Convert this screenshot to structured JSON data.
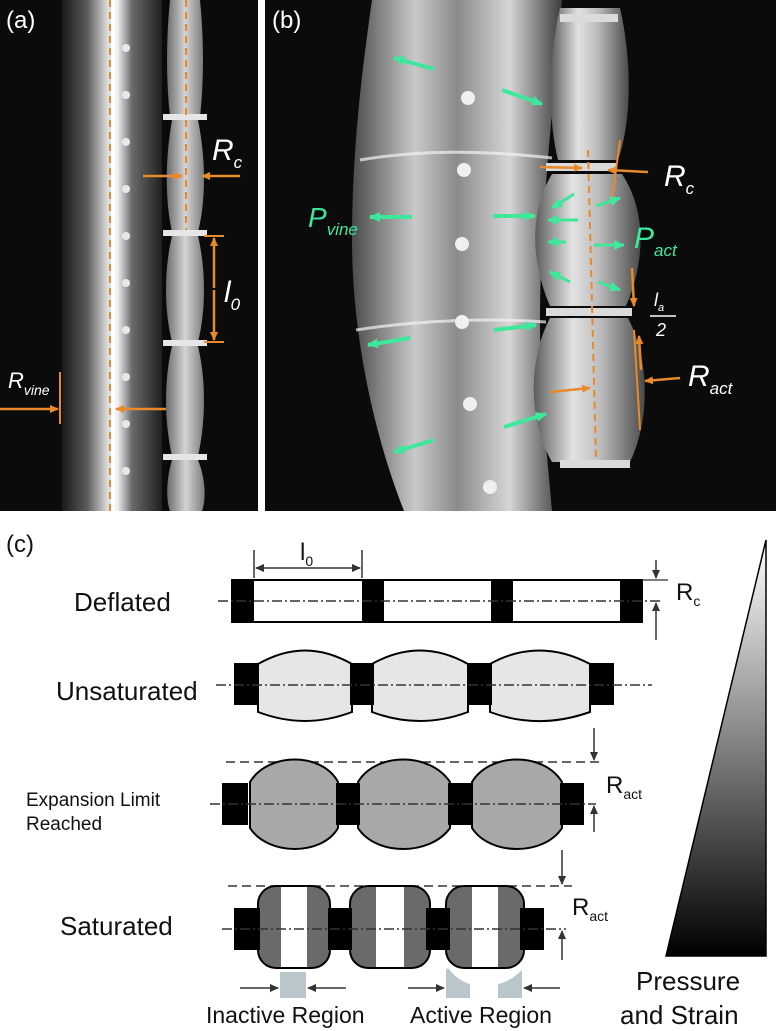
{
  "panels": {
    "a": {
      "label": "(a)",
      "annotations": {
        "rc": {
          "main": "R",
          "sub": "c"
        },
        "l0": {
          "main": "l",
          "sub": "0"
        },
        "rvine": {
          "main": "R",
          "sub": "vine"
        }
      }
    },
    "b": {
      "label": "(b)",
      "annotations": {
        "pvine": {
          "main": "P",
          "sub": "vine"
        },
        "rc": {
          "main": "R",
          "sub": "c"
        },
        "pact": {
          "main": "P",
          "sub": "act"
        },
        "la_num": {
          "main": "l",
          "sub": "a"
        },
        "la_den": "2",
        "ract": {
          "main": "R",
          "sub": "act"
        }
      }
    },
    "c": {
      "label": "(c)",
      "l0": {
        "main": "l",
        "sub": "0"
      },
      "rows": [
        {
          "name": "deflated",
          "label": "Deflated"
        },
        {
          "name": "unsaturated",
          "label": "Unsaturated"
        },
        {
          "name": "expansion",
          "label_line1": "Expansion Limit",
          "label_line2": "Reached"
        },
        {
          "name": "saturated",
          "label": "Saturated"
        }
      ],
      "rc": {
        "main": "R",
        "sub": "c"
      },
      "ract1": {
        "main": "R",
        "sub": "act"
      },
      "ract2": {
        "main": "R",
        "sub": "act"
      },
      "inactive_region": "Inactive Region",
      "active_region": "Active Region",
      "pressure_line1": "Pressure",
      "pressure_line2": "and Strain"
    }
  },
  "colors": {
    "annotation_orange": "#e8892a",
    "pressure_green": "#3ee89a",
    "unsaturated_fill": "#e6e6e6",
    "expansion_fill": "#a8a8a8",
    "saturated_fill": "#6a6a6a",
    "region_fill": "#b9c6cc",
    "photo_background": "#0b0b0b"
  }
}
